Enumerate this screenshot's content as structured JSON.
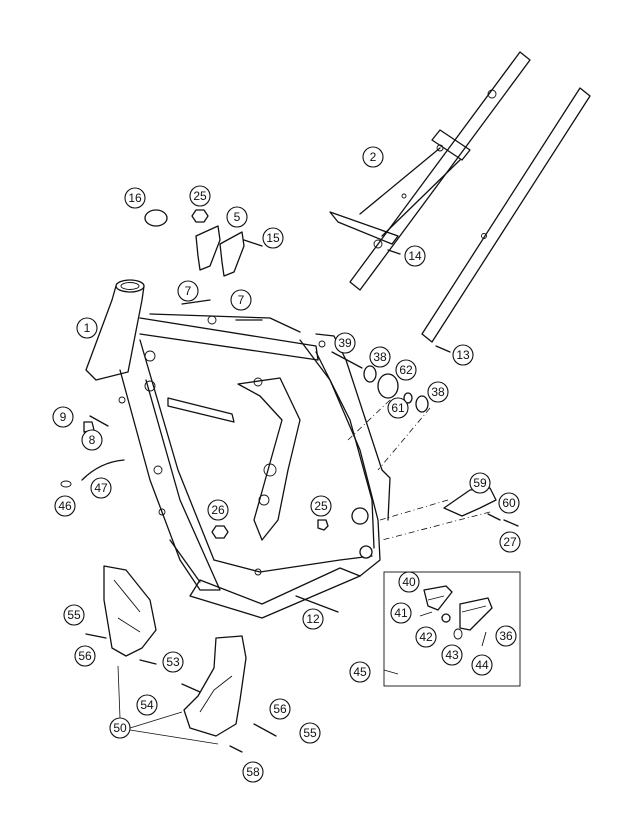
{
  "callouts": [
    {
      "id": "p1",
      "label": "1"
    },
    {
      "id": "p2",
      "label": "2"
    },
    {
      "id": "p5",
      "label": "5"
    },
    {
      "id": "p7a",
      "label": "7"
    },
    {
      "id": "p7b",
      "label": "7"
    },
    {
      "id": "p8",
      "label": "8"
    },
    {
      "id": "p9",
      "label": "9"
    },
    {
      "id": "p12",
      "label": "12"
    },
    {
      "id": "p13",
      "label": "13"
    },
    {
      "id": "p14",
      "label": "14"
    },
    {
      "id": "p15",
      "label": "15"
    },
    {
      "id": "p16",
      "label": "16"
    },
    {
      "id": "p25a",
      "label": "25"
    },
    {
      "id": "p25b",
      "label": "25"
    },
    {
      "id": "p26",
      "label": "26"
    },
    {
      "id": "p27",
      "label": "27"
    },
    {
      "id": "p36",
      "label": "36"
    },
    {
      "id": "p38a",
      "label": "38"
    },
    {
      "id": "p38b",
      "label": "38"
    },
    {
      "id": "p39",
      "label": "39"
    },
    {
      "id": "p40",
      "label": "40"
    },
    {
      "id": "p41",
      "label": "41"
    },
    {
      "id": "p42",
      "label": "42"
    },
    {
      "id": "p43",
      "label": "43"
    },
    {
      "id": "p44",
      "label": "44"
    },
    {
      "id": "p45",
      "label": "45"
    },
    {
      "id": "p46",
      "label": "46"
    },
    {
      "id": "p47",
      "label": "47"
    },
    {
      "id": "p50",
      "label": "50"
    },
    {
      "id": "p53",
      "label": "53"
    },
    {
      "id": "p54",
      "label": "54"
    },
    {
      "id": "p55a",
      "label": "55"
    },
    {
      "id": "p55b",
      "label": "55"
    },
    {
      "id": "p56a",
      "label": "56"
    },
    {
      "id": "p56b",
      "label": "56"
    },
    {
      "id": "p58",
      "label": "58"
    },
    {
      "id": "p59",
      "label": "59"
    },
    {
      "id": "p60",
      "label": "60"
    },
    {
      "id": "p61",
      "label": "61"
    },
    {
      "id": "p62",
      "label": "62"
    }
  ]
}
